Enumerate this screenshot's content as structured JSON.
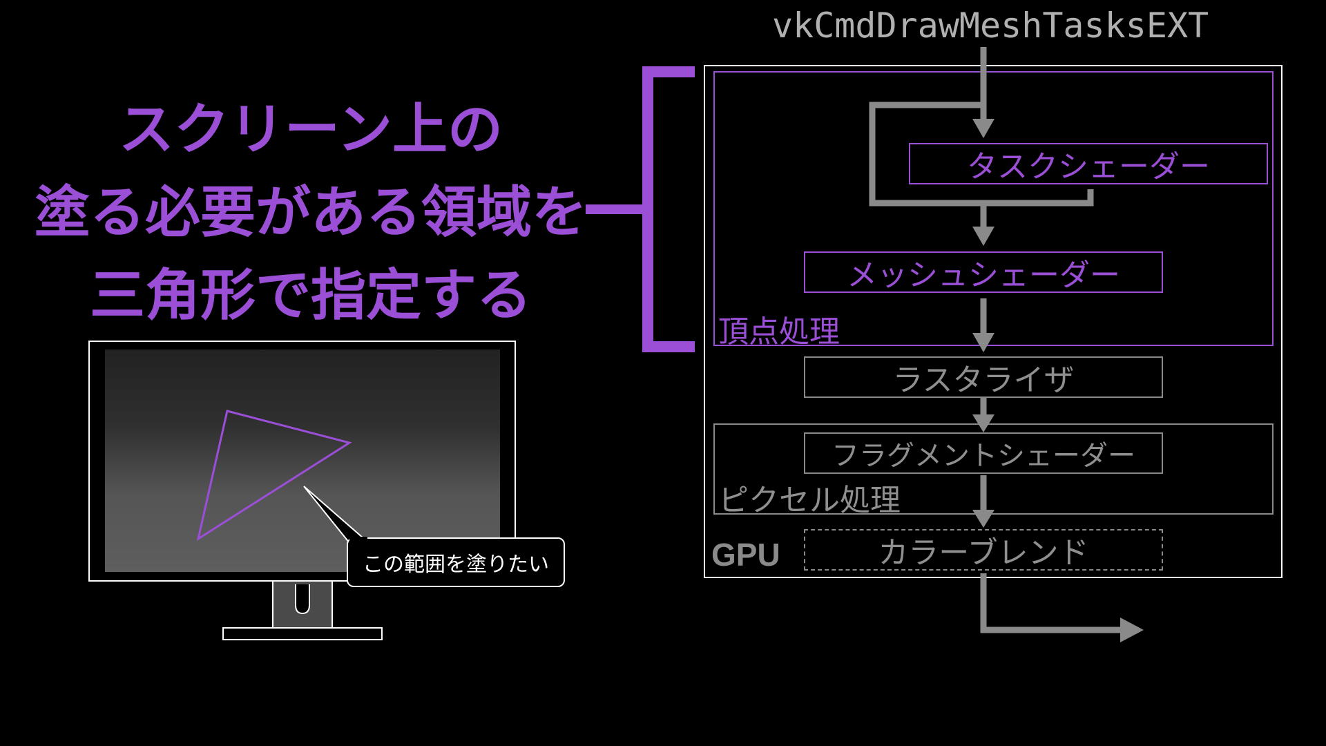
{
  "headline": {
    "line1": "スクリーン上の",
    "line2": "塗る必要がある領域を",
    "line3": "三角形で指定する"
  },
  "monitor": {
    "callout": "この範囲を塗りたい"
  },
  "pipeline": {
    "command": "vkCmdDrawMeshTasksEXT",
    "stages": {
      "task_shader": "タスクシェーダー",
      "mesh_shader": "メッシュシェーダー",
      "rasterizer": "ラスタライザ",
      "fragment_shader": "フラグメントシェーダー",
      "color_blend": "カラーブレンド"
    },
    "regions": {
      "vertex_processing": "頂点処理",
      "pixel_processing": "ピクセル処理",
      "gpu": "GPU"
    }
  },
  "colors": {
    "accent": "#9a4fd6",
    "pipeline_gray": "#8a8a8a",
    "background": "#000000"
  }
}
